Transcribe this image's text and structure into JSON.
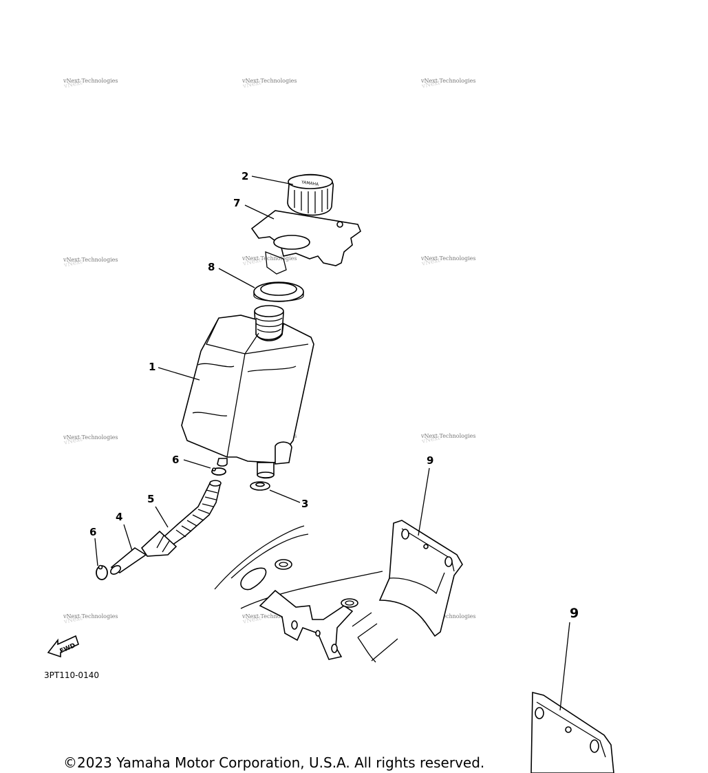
{
  "diagram": {
    "callouts": {
      "c1": "1",
      "c2": "2",
      "c3": "3",
      "c4": "4",
      "c5": "5",
      "c6a": "6",
      "c6b": "6",
      "c7": "7",
      "c8": "8",
      "c9": "9",
      "c9_zoom": "9"
    },
    "fwd_label": "FWD",
    "part_code": "3PT110-0140",
    "watermark": "vNext Technologies"
  },
  "footer": {
    "copyright": "©2023 Yamaha Motor Corporation, U.S.A. All rights reserved."
  }
}
